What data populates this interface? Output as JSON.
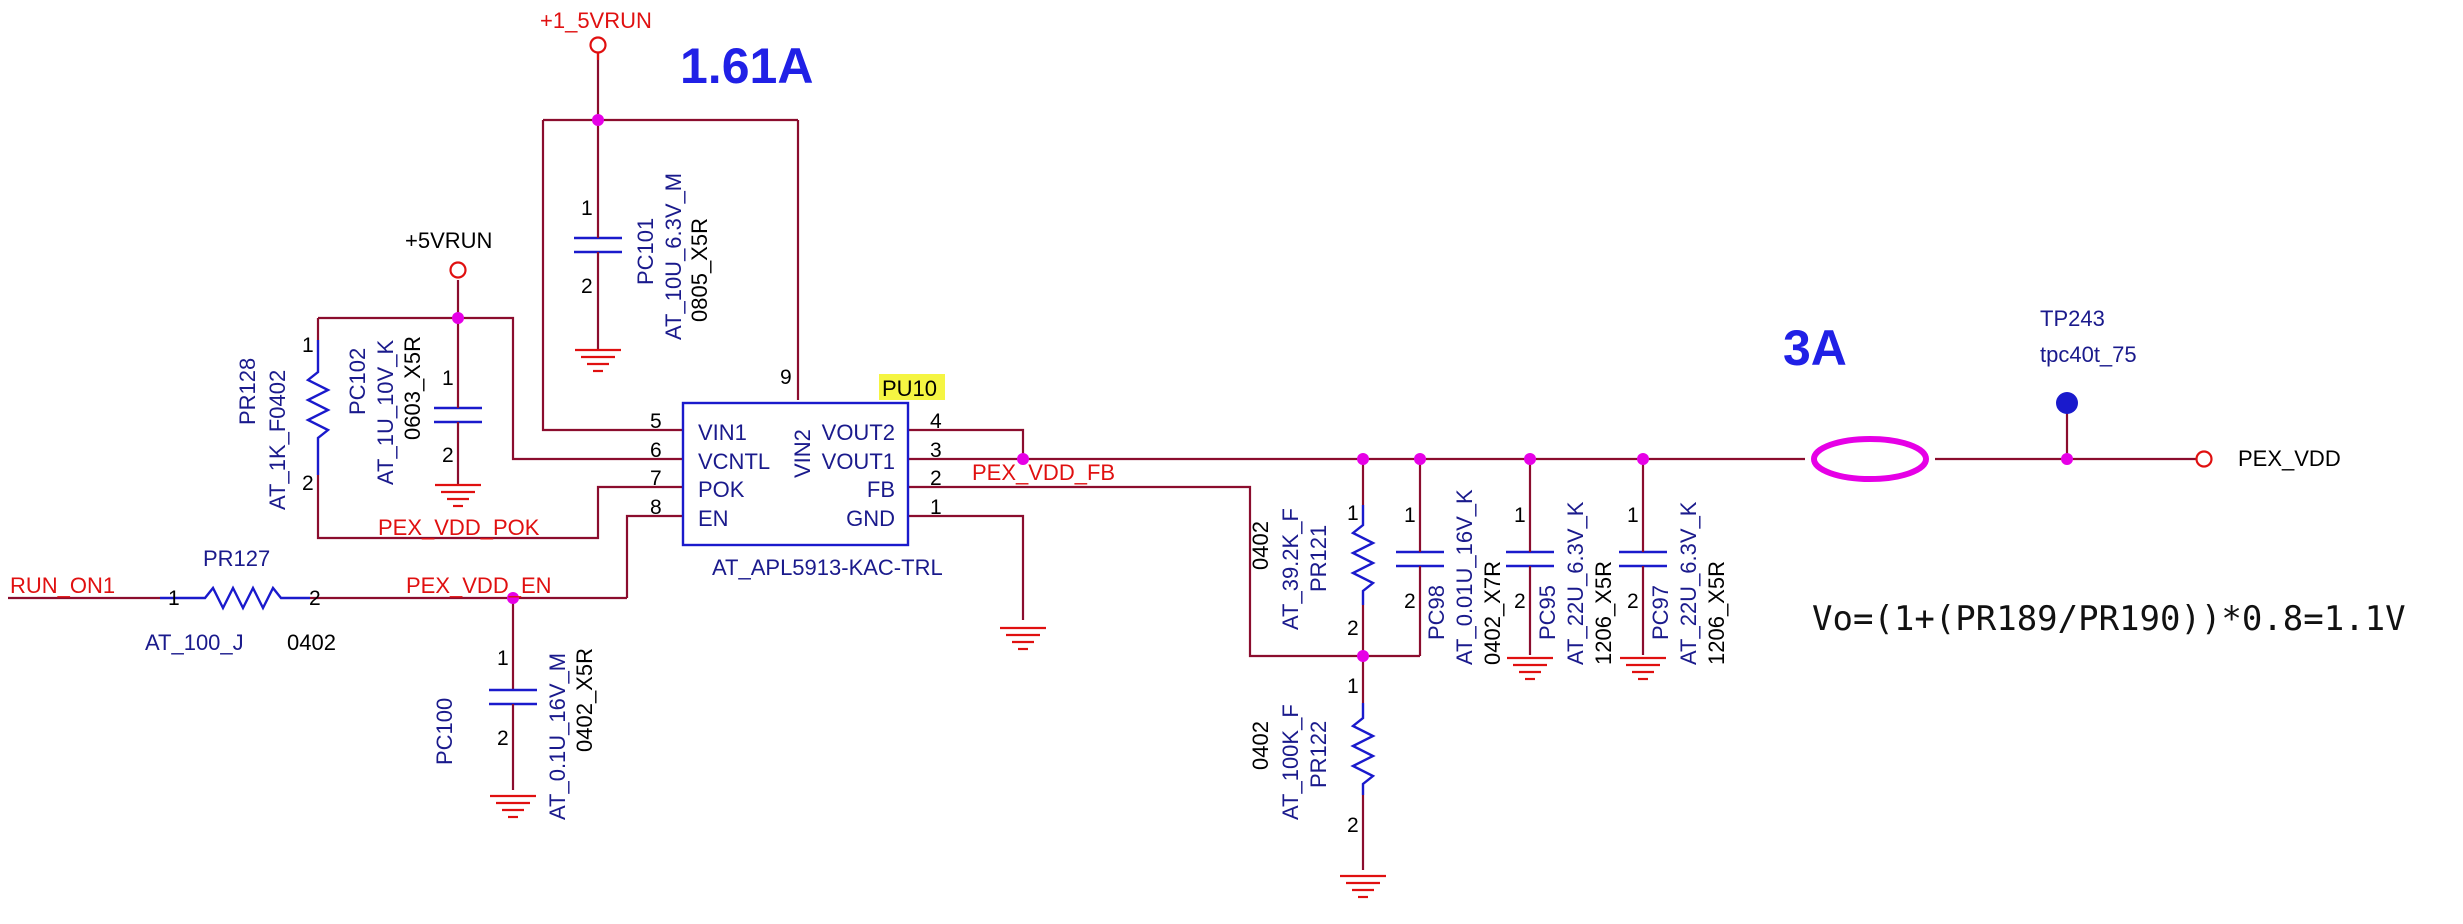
{
  "nets": {
    "rail_1v5": "+1_5VRUN",
    "rail_5v": "+5VRUN",
    "run_on": "RUN_ON1",
    "pok": "PEX_VDD_POK",
    "en": "PEX_VDD_EN",
    "fb": "PEX_VDD_FB",
    "out": "PEX_VDD"
  },
  "annotations": {
    "current_in": "1.61A",
    "current_out": "3A",
    "formula": "Vo=(1+(PR189/PR190))*0.8=1.1V"
  },
  "ic": {
    "ref": "PU10",
    "part": "AT_APL5913-KAC-TRL",
    "pins_left": [
      {
        "num": "5",
        "name": "VIN1"
      },
      {
        "num": "6",
        "name": "VCNTL"
      },
      {
        "num": "7",
        "name": "POK"
      },
      {
        "num": "8",
        "name": "EN"
      }
    ],
    "pins_right": [
      {
        "num": "4",
        "name": "VOUT2"
      },
      {
        "num": "3",
        "name": "VOUT1"
      },
      {
        "num": "2",
        "name": "FB"
      },
      {
        "num": "1",
        "name": "GND"
      }
    ],
    "pin_top": {
      "num": "9",
      "name": "VIN2"
    }
  },
  "components": {
    "pc101": {
      "ref": "PC101",
      "value": "AT_10U_6.3V_M",
      "pkg": "0805_X5R",
      "pin1": "1",
      "pin2": "2"
    },
    "pc102": {
      "ref": "PC102",
      "value": "AT_1U_10V_K",
      "pkg": "0603_X5R",
      "pin1": "1",
      "pin2": "2"
    },
    "pr128": {
      "ref": "PR128",
      "value": "AT_1K_F0402",
      "pin1": "1",
      "pin2": "2"
    },
    "pr127": {
      "ref": "PR127",
      "value": "AT_100_J",
      "pkg": "0402",
      "pin1": "1",
      "pin2": "2"
    },
    "pc100": {
      "ref": "PC100",
      "value": "AT_0.1U_16V_M",
      "pkg": "0402_X5R",
      "pin1": "1",
      "pin2": "2"
    },
    "pr121": {
      "ref": "PR121",
      "value": "AT_39.2K_F",
      "pkg": "0402",
      "pin1": "1",
      "pin2": "2"
    },
    "pr122": {
      "ref": "PR122",
      "value": "AT_100K_F",
      "pkg": "0402",
      "pin1": "1",
      "pin2": "2"
    },
    "pc98": {
      "ref": "PC98",
      "value": "AT_0.01U_16V_K",
      "pkg": "0402_X7R",
      "pin1": "1",
      "pin2": "2"
    },
    "pc95": {
      "ref": "PC95",
      "value": "AT_22U_6.3V_K",
      "pkg": "1206_X5R",
      "pin1": "1",
      "pin2": "2"
    },
    "pc97": {
      "ref": "PC97",
      "value": "AT_22U_6.3V_K",
      "pkg": "1206_X5R",
      "pin1": "1",
      "pin2": "2"
    },
    "tp243": {
      "ref": "TP243",
      "value": "tpc40t_75"
    }
  },
  "colors": {
    "wire": "#8b0d2e",
    "net_label": "#e01010",
    "component": "#1a1acc",
    "junction": "#e600e6",
    "ref_highlight": "#f5f542"
  }
}
